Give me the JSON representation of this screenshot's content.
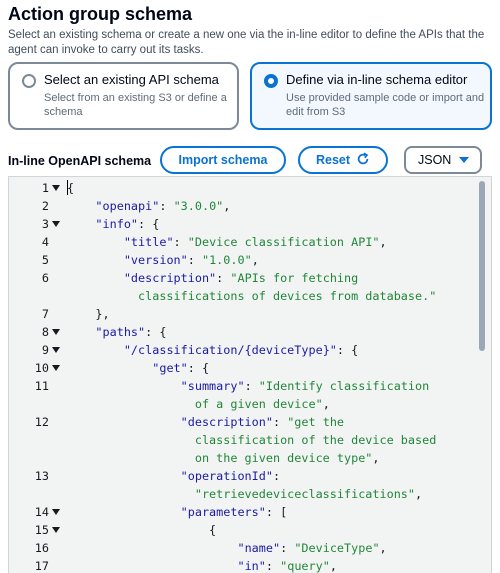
{
  "header": {
    "title": "Action group schema",
    "description": "Select an existing schema or create a new one via the in-line editor to define the APIs that the agent can invoke to carry out its tasks."
  },
  "options": [
    {
      "label": "Select an existing API schema",
      "sub": "Select from an existing S3 or define a schema",
      "selected": false
    },
    {
      "label": "Define via in-line schema editor",
      "sub": "Use provided sample code or import and edit from S3",
      "selected": true
    }
  ],
  "editor_toolbar": {
    "label": "In-line OpenAPI schema",
    "import_label": "Import schema",
    "reset_label": "Reset",
    "format_value": "JSON"
  },
  "colors": {
    "accent": "#0972d3",
    "key": "#1a1aa6",
    "string": "#22863a"
  },
  "code_lines": [
    {
      "n": "1",
      "fold": true,
      "tokens": [
        [
          "p",
          "{"
        ]
      ]
    },
    {
      "n": "2",
      "fold": false,
      "tokens": [
        [
          "p",
          "    "
        ],
        [
          "k",
          "\"openapi\""
        ],
        [
          "p",
          ": "
        ],
        [
          "s",
          "\"3.0.0\""
        ],
        [
          "p",
          ","
        ]
      ]
    },
    {
      "n": "3",
      "fold": true,
      "tokens": [
        [
          "p",
          "    "
        ],
        [
          "k",
          "\"info\""
        ],
        [
          "p",
          ": {"
        ]
      ]
    },
    {
      "n": "4",
      "fold": false,
      "tokens": [
        [
          "p",
          "        "
        ],
        [
          "k",
          "\"title\""
        ],
        [
          "p",
          ": "
        ],
        [
          "s",
          "\"Device classification API\""
        ],
        [
          "p",
          ","
        ]
      ]
    },
    {
      "n": "5",
      "fold": false,
      "tokens": [
        [
          "p",
          "        "
        ],
        [
          "k",
          "\"version\""
        ],
        [
          "p",
          ": "
        ],
        [
          "s",
          "\"1.0.0\""
        ],
        [
          "p",
          ","
        ]
      ]
    },
    {
      "n": "6",
      "fold": false,
      "tokens": [
        [
          "p",
          "        "
        ],
        [
          "k",
          "\"description\""
        ],
        [
          "p",
          ": "
        ],
        [
          "s",
          "\"APIs for fetching"
        ]
      ]
    },
    {
      "n": "",
      "fold": false,
      "tokens": [
        [
          "s",
          "          classifications of devices from database.\""
        ]
      ]
    },
    {
      "n": "7",
      "fold": false,
      "tokens": [
        [
          "p",
          "    },"
        ]
      ]
    },
    {
      "n": "8",
      "fold": true,
      "tokens": [
        [
          "p",
          "    "
        ],
        [
          "k",
          "\"paths\""
        ],
        [
          "p",
          ": {"
        ]
      ]
    },
    {
      "n": "9",
      "fold": true,
      "tokens": [
        [
          "p",
          "        "
        ],
        [
          "k",
          "\"/classification/{deviceType}\""
        ],
        [
          "p",
          ": {"
        ]
      ]
    },
    {
      "n": "10",
      "fold": true,
      "tokens": [
        [
          "p",
          "            "
        ],
        [
          "k",
          "\"get\""
        ],
        [
          "p",
          ": {"
        ]
      ]
    },
    {
      "n": "11",
      "fold": false,
      "tokens": [
        [
          "p",
          "                "
        ],
        [
          "k",
          "\"summary\""
        ],
        [
          "p",
          ": "
        ],
        [
          "s",
          "\"Identify classification"
        ]
      ]
    },
    {
      "n": "",
      "fold": false,
      "tokens": [
        [
          "s",
          "                  of a given device\""
        ],
        [
          "p",
          ","
        ]
      ]
    },
    {
      "n": "12",
      "fold": false,
      "tokens": [
        [
          "p",
          "                "
        ],
        [
          "k",
          "\"description\""
        ],
        [
          "p",
          ": "
        ],
        [
          "s",
          "\"get the"
        ]
      ]
    },
    {
      "n": "",
      "fold": false,
      "tokens": [
        [
          "s",
          "                  classification of the device based"
        ]
      ]
    },
    {
      "n": "",
      "fold": false,
      "tokens": [
        [
          "s",
          "                  on the given device type\""
        ],
        [
          "p",
          ","
        ]
      ]
    },
    {
      "n": "13",
      "fold": false,
      "tokens": [
        [
          "p",
          "                "
        ],
        [
          "k",
          "\"operationId\""
        ],
        [
          "p",
          ":"
        ]
      ]
    },
    {
      "n": "",
      "fold": false,
      "tokens": [
        [
          "s",
          "                  \"retrievedeviceclassifications\""
        ],
        [
          "p",
          ","
        ]
      ]
    },
    {
      "n": "14",
      "fold": true,
      "tokens": [
        [
          "p",
          "                "
        ],
        [
          "k",
          "\"parameters\""
        ],
        [
          "p",
          ": ["
        ]
      ]
    },
    {
      "n": "15",
      "fold": true,
      "tokens": [
        [
          "p",
          "                    {"
        ]
      ]
    },
    {
      "n": "16",
      "fold": false,
      "tokens": [
        [
          "p",
          "                        "
        ],
        [
          "k",
          "\"name\""
        ],
        [
          "p",
          ": "
        ],
        [
          "s",
          "\"DeviceType\""
        ],
        [
          "p",
          ","
        ]
      ]
    },
    {
      "n": "17",
      "fold": false,
      "tokens": [
        [
          "p",
          "                        "
        ],
        [
          "k",
          "\"in\""
        ],
        [
          "p",
          ": "
        ],
        [
          "s",
          "\"query\""
        ],
        [
          "p",
          ","
        ]
      ]
    }
  ]
}
